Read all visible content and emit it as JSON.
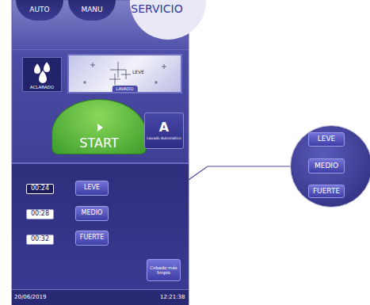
{
  "diagram": {
    "nodes": [
      {
        "text": [
          "AUTO"
        ]
      },
      {
        "text": [
          "MANU"
        ]
      },
      {
        "text": [
          "SERVICIO"
        ]
      },
      {
        "text": [
          "ACLARADO"
        ]
      },
      {
        "text": [
          "LEVE",
          "LAVADO"
        ]
      },
      {
        "text": [
          "START"
        ]
      },
      {
        "text": [
          "A",
          "Lavado Automático"
        ]
      },
      {
        "text": []
      },
      {
        "text": [
          "00:24"
        ],
        "in": 7
      },
      {
        "text": [
          "00:28"
        ],
        "in": 7
      },
      {
        "text": [
          "00:32"
        ],
        "in": 7
      },
      {
        "text": [
          "LEVE"
        ],
        "in": 7
      },
      {
        "text": [
          "MEDIO"
        ],
        "in": 7
      },
      {
        "text": [
          "FUERTE"
        ],
        "in": 7
      },
      {
        "text": [
          "Cebado más limpio"
        ],
        "in": 7
      },
      {
        "text": []
      },
      {
        "text": [
          "LEVE"
        ],
        "in": 15
      },
      {
        "text": [
          "MEDIO"
        ],
        "in": 15
      },
      {
        "text": [
          "FUERTE"
        ],
        "in": 15
      }
    ],
    "edges": [
      {
        "from": 7,
        "to": 15,
        "arrow": "none"
      }
    ],
    "labels": [
      "20/06/2019",
      "12:21:38"
    ]
  }
}
